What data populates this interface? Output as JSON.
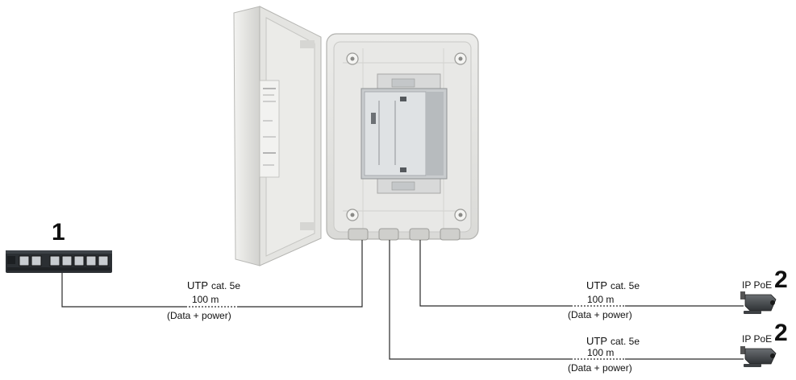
{
  "labels": {
    "switch_number": "1",
    "camera_number": "2",
    "camera_name": "IP PoE"
  },
  "links": [
    {
      "utp": "UTP",
      "cat": "cat. 5e",
      "length": "100 m",
      "note": "(Data + power)"
    },
    {
      "utp": "UTP",
      "cat": "cat. 5e",
      "length": "100 m",
      "note": "(Data + power)"
    },
    {
      "utp": "UTP",
      "cat": "cat. 5e",
      "length": "100 m",
      "note": "(Data + power)"
    }
  ],
  "colors": {
    "cable": "#2a2a2a",
    "enclosure": "#e6e6e4",
    "switch_body": "#2b2f33",
    "camera": "#4a4d50"
  },
  "icons": [
    "poe-switch-icon",
    "outdoor-enclosure-icon",
    "poe-extender-module-icon",
    "ip-camera-icon"
  ]
}
